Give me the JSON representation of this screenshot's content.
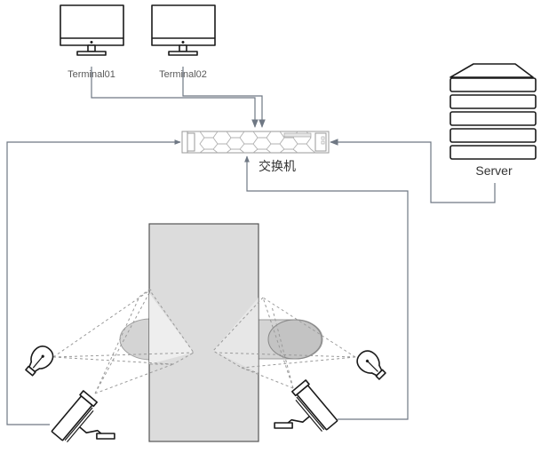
{
  "diagram": {
    "nodes": {
      "terminal1": {
        "label": "Terminal01",
        "icon": "monitor-icon"
      },
      "terminal2": {
        "label": "Terminal02",
        "icon": "monitor-icon"
      },
      "switch": {
        "label": "交换机",
        "icon": "network-switch-icon"
      },
      "server": {
        "label": "Server",
        "icon": "server-rack-icon"
      },
      "camera_left": {
        "icon": "security-camera-icon"
      },
      "camera_right": {
        "icon": "security-camera-icon"
      },
      "light_left": {
        "icon": "light-bulb-icon"
      },
      "light_right": {
        "icon": "light-bulb-icon"
      },
      "conveyor_block": {
        "icon": "gray-panel"
      }
    },
    "edges": [
      {
        "from": "Terminal01",
        "to": "交换机"
      },
      {
        "from": "Terminal02",
        "to": "交换机"
      },
      {
        "from": "Server",
        "to": "交换机"
      },
      {
        "from": "camera_left",
        "to": "交换机"
      },
      {
        "from": "camera_right",
        "to": "交换机"
      }
    ],
    "colors": {
      "connector": "#6f7884",
      "panel_fill": "#dcdcdc",
      "panel_stroke": "#555555",
      "object_fill": "#d4d4d4",
      "field_of_view": "#9a9a9a"
    }
  }
}
